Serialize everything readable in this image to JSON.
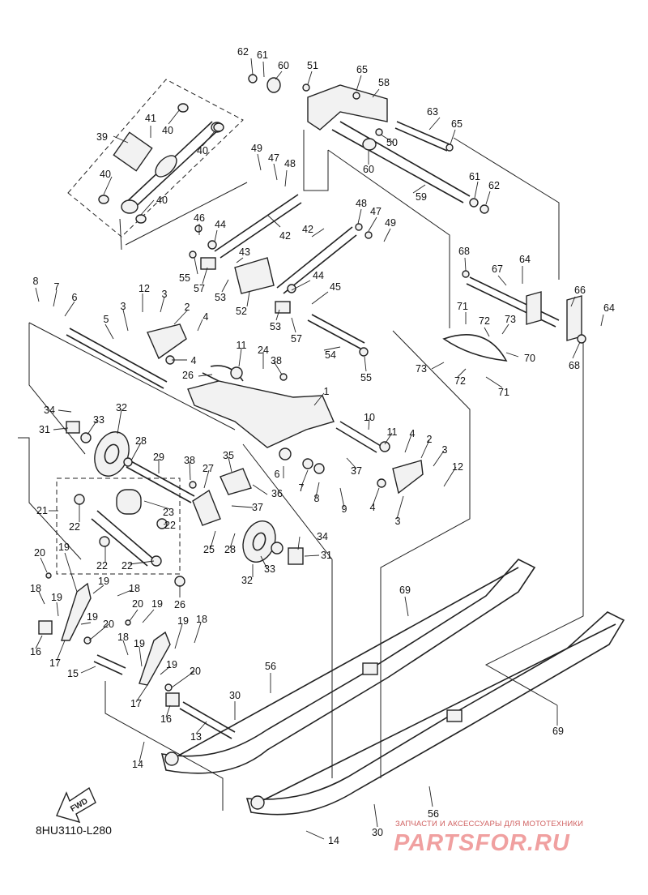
{
  "diagram": {
    "code": "8HU3110-L280",
    "fwd_label": "FWD",
    "callouts": [
      "1",
      "2",
      "3",
      "4",
      "5",
      "6",
      "7",
      "8",
      "9",
      "10",
      "11",
      "12",
      "13",
      "14",
      "15",
      "16",
      "17",
      "18",
      "19",
      "20",
      "21",
      "22",
      "23",
      "24",
      "25",
      "26",
      "27",
      "28",
      "29",
      "30",
      "31",
      "32",
      "33",
      "34",
      "35",
      "36",
      "37",
      "38",
      "39",
      "40",
      "41",
      "42",
      "43",
      "44",
      "45",
      "46",
      "47",
      "48",
      "49",
      "50",
      "51",
      "52",
      "53",
      "54",
      "55",
      "56",
      "57",
      "58",
      "59",
      "60",
      "61",
      "62",
      "63",
      "64",
      "65",
      "66",
      "67",
      "68",
      "69",
      "70",
      "71",
      "72",
      "73"
    ]
  },
  "watermark": {
    "tagline": "ЗАПЧАСТИ И АКСЕССУАРЫ ДЛЯ МОТОТЕХНИКИ",
    "logo": "PARTSFOR.RU"
  }
}
